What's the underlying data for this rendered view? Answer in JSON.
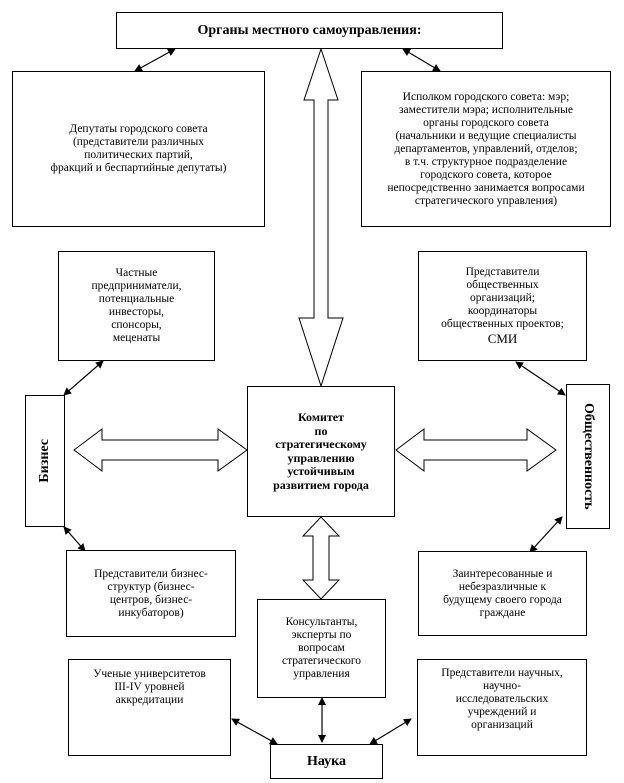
{
  "diagram": {
    "top": "Органы местного самоуправления:",
    "deputies": "Депутаты городского совета\n(представители различных\nполитических партий,\nфракций и беспартийные депутаты)",
    "executive": "Исполком городского совета: мэр;\nзаместители мэра; исполнительные\nорганы городского совета\n(начальники и ведущие специалисты\nдепартаментов, управлений, отделов;\nв т.ч. структурное подразделение\nгородского совета, которое\nнепосредственно занимается  вопросами\nстратегического управления)",
    "entrepreneurs": "Частные\nпредприниматели,\nпотенциальные\nинвесторы,\nспонсоры,\nмеценаты",
    "public_orgs": "Представители\nобщественных\nорганизаций;\nкоординаторы\nобщественных проектов;",
    "smi": "СМИ",
    "committee": "Комитет\nпо\nстратегическому\nуправлению\nустойчивым\nразвитием города",
    "business": "Бизнес",
    "society": "Общественность",
    "business_structures": "Представители бизнес-\nструктур (бизнес-\nцентров, бизнес-\nинкубаторов)",
    "citizens": "Заинтересованные и\nнебезразличные к\nбудущему своего города\nграждане",
    "consultants": "Консультанты,\nэксперты по\nвопросам\nстратегического\nуправления",
    "scientists": "Ученые университетов\nIII-IV уровней\nаккредитации",
    "research": "Представители научных,\nнаучно-\nисследовательских\nучреждений и\nорганизаций",
    "science": "Наука"
  }
}
